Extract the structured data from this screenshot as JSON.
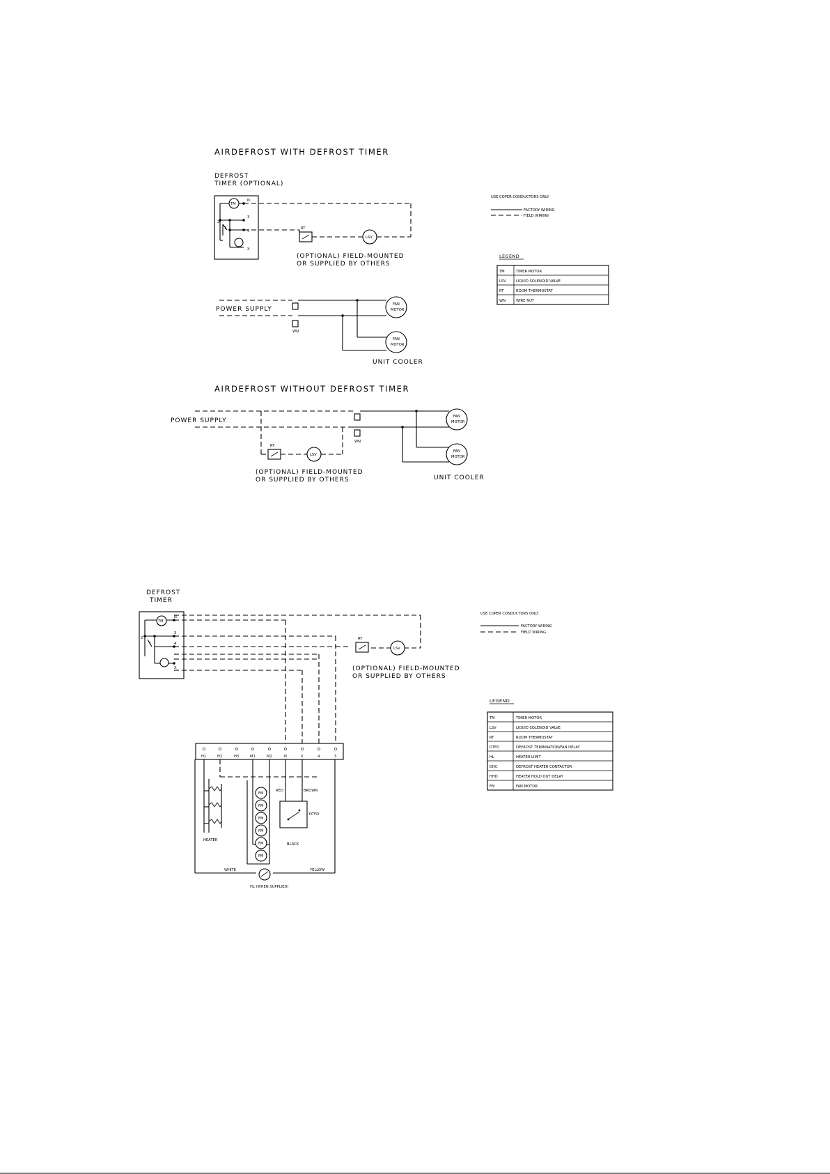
{
  "diagram1": {
    "title": "AIRDEFROST WITH DEFROST TIMER",
    "timer_label": [
      "DEFROST",
      "TIMER (OPTIONAL)"
    ],
    "terminals": [
      "N",
      "3",
      "4",
      "X",
      "1",
      "2"
    ],
    "timer_motor": "TM",
    "rt_label": "RT",
    "lsv_label": "LSV",
    "optional_note": [
      "(OPTIONAL) FIELD-MOUNTED",
      "OR SUPPLIED BY OTHERS"
    ],
    "power_supply": "POWER SUPPLY",
    "wire_nut": "WN",
    "fan_motor": [
      "FAN",
      "MOTOR"
    ],
    "unit_cooler": "UNIT COOLER",
    "conductors_note": "USE COPER CONDUCTORS ONLY",
    "factory_wiring": "FACTORY WIRING",
    "field_wiring": "FIELD WIRING",
    "legend_title": "LEGEND",
    "legend": [
      {
        "code": "TM",
        "desc": "TIMER MOTOR"
      },
      {
        "code": "LSV",
        "desc": "LIQUID SOLENOID VALVE"
      },
      {
        "code": "RT",
        "desc": "ROOM THERMOSTAT"
      },
      {
        "code": "WN",
        "desc": "WIRE NUT"
      }
    ]
  },
  "diagram2": {
    "title": "AIRDEFROST WITHOUT DEFROST TIMER",
    "power_supply": "POWER SUPPLY",
    "rt_label": "RT",
    "lsv_label": "LSV",
    "wire_nut": "WN",
    "fan_motor": [
      "FAN",
      "MOTOR"
    ],
    "optional_note": [
      "(OPTIONAL) FIELD-MOUNTED",
      "OR SUPPLIED BY OTHERS"
    ],
    "unit_cooler": "UNIT COOLER"
  },
  "diagram3": {
    "timer_label": [
      "DEFROST",
      "TIMER"
    ],
    "terminals": [
      "N",
      "3",
      "4",
      "X",
      "1",
      "2"
    ],
    "timer_motor": "TM",
    "rt_label": "RT",
    "lsv_label": "LSV",
    "optional_note": [
      "(OPTIONAL) FIELD-MOUNTED",
      "OR SUPPLIED BY OTHERS"
    ],
    "block_terminals": [
      "H1",
      "H2",
      "H3",
      "M1",
      "M2",
      "N",
      "X",
      "4",
      "3"
    ],
    "fan_label": "FM",
    "red": "RED",
    "brown": "BROWN",
    "black": "BLACK",
    "white": "WHITE",
    "yellow": "YELLOW",
    "dtfd": "DTFD",
    "heater": "HEATER",
    "hl_note": "HL (WHEN SUPPLIED)",
    "conductors_note": "USE COPER CONDUCTORS ONLY",
    "factory_wiring": "FACTORY WIRING",
    "field_wiring": "FIELD WIRING",
    "legend_title": "LEGEND",
    "legend": [
      {
        "code": "TM",
        "desc": "TIMER MOTOR"
      },
      {
        "code": "LSV",
        "desc": "LIQUID SOLENOID VALVE"
      },
      {
        "code": "RT",
        "desc": "ROOM THERMOSTAT"
      },
      {
        "code": "DTFD",
        "desc": "DEFROST TERMINATION/FAN DELAY"
      },
      {
        "code": "HL",
        "desc": "HEATER LIMIT"
      },
      {
        "code": "DHC",
        "desc": "DEFROST HEATER CONTACTOR"
      },
      {
        "code": "HHD",
        "desc": "HEATER HOLD OUT DELAY"
      },
      {
        "code": "FM",
        "desc": "FAN MOTOR"
      }
    ]
  }
}
